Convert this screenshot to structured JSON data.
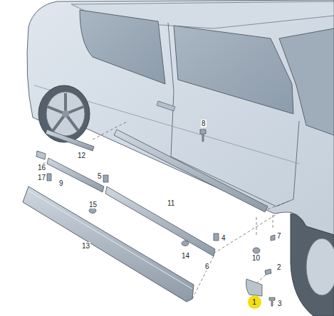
{
  "diagram": {
    "nodes": [
      {
        "text": [
          "1"
        ]
      }
    ],
    "labels": [
      "8",
      "12",
      "16",
      "5",
      "17",
      "9",
      "11",
      "15",
      "13",
      "4",
      "7",
      "14",
      "10",
      "6",
      "2",
      "3"
    ]
  }
}
